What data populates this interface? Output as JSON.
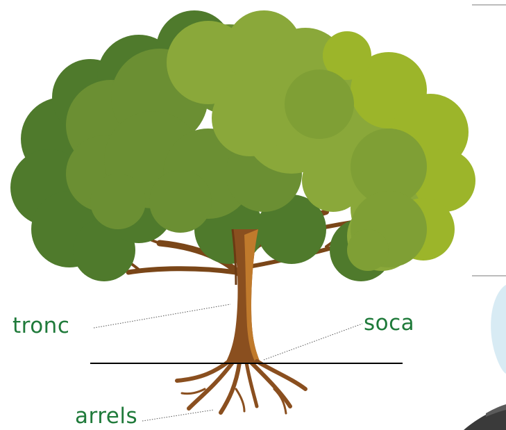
{
  "labels": {
    "trunk": "tronc",
    "stump": "soca",
    "roots": "arrels"
  },
  "colors": {
    "label_text": "#1f7a3a",
    "canopy_dark": "#4f7a2c",
    "canopy_mid": "#6b8f33",
    "canopy_light": "#8aa83a",
    "canopy_lime": "#9cb52a",
    "trunk": "#8a4f1f",
    "trunk_highlight": "#c07a2c",
    "ground_line": "#000000",
    "leader_line": "#555555"
  }
}
